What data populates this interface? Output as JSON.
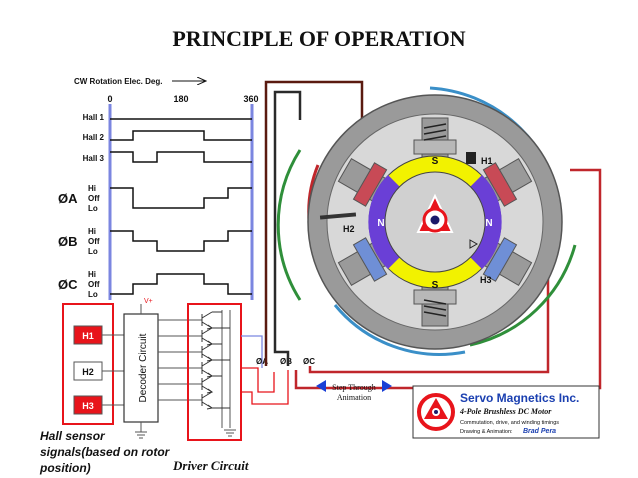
{
  "title": "PRINCIPLE OF OPERATION",
  "timing": {
    "header": "CW Rotation Elec. Deg.",
    "degrees": [
      "0",
      "180",
      "360"
    ],
    "hall_rows": [
      "Hall 1",
      "Hall 2",
      "Hall 3"
    ],
    "phase_rows": [
      {
        "phase": "ØA",
        "levels": [
          "Hi",
          "Off",
          "Lo"
        ]
      },
      {
        "phase": "ØB",
        "levels": [
          "Hi",
          "Off",
          "Lo"
        ]
      },
      {
        "phase": "ØC",
        "levels": [
          "Hi",
          "Off",
          "Lo"
        ]
      }
    ]
  },
  "circuit": {
    "vplus": "V+",
    "sensors": [
      "H1",
      "H2",
      "H3"
    ],
    "sensor_active": [
      true,
      false,
      true
    ],
    "decoder_label": "Decoder Circuit",
    "phase_terminals": [
      "ØA",
      "ØB",
      "ØC"
    ]
  },
  "motor": {
    "hall_tags": [
      "H1",
      "H2",
      "H3"
    ],
    "pole_letters": [
      "S",
      "N",
      "S",
      "N"
    ]
  },
  "step_button": {
    "line1": "Step Through",
    "line2": "Animation"
  },
  "logo": {
    "company": "Servo Magnetics Inc.",
    "subtitle": "4-Pole Brushless DC Motor",
    "caption1": "Commutation, drive, and winding timings",
    "caption2": "Drawing & Animation:",
    "author": "Brad Pera"
  },
  "captions": {
    "hall_signals": "Hall sensor signals(based on rotor position)",
    "driver": "Driver Circuit"
  },
  "colors": {
    "accent_red": "#e8141b",
    "blue_line": "#4a6cd4",
    "winding_blue": "#3a8fc8",
    "winding_red": "#c0262b",
    "winding_green": "#2f8f3a",
    "winding_brown": "#5a1a10",
    "rotor_yellow": "#f2f200",
    "rotor_purple": "#6a3fd6"
  }
}
